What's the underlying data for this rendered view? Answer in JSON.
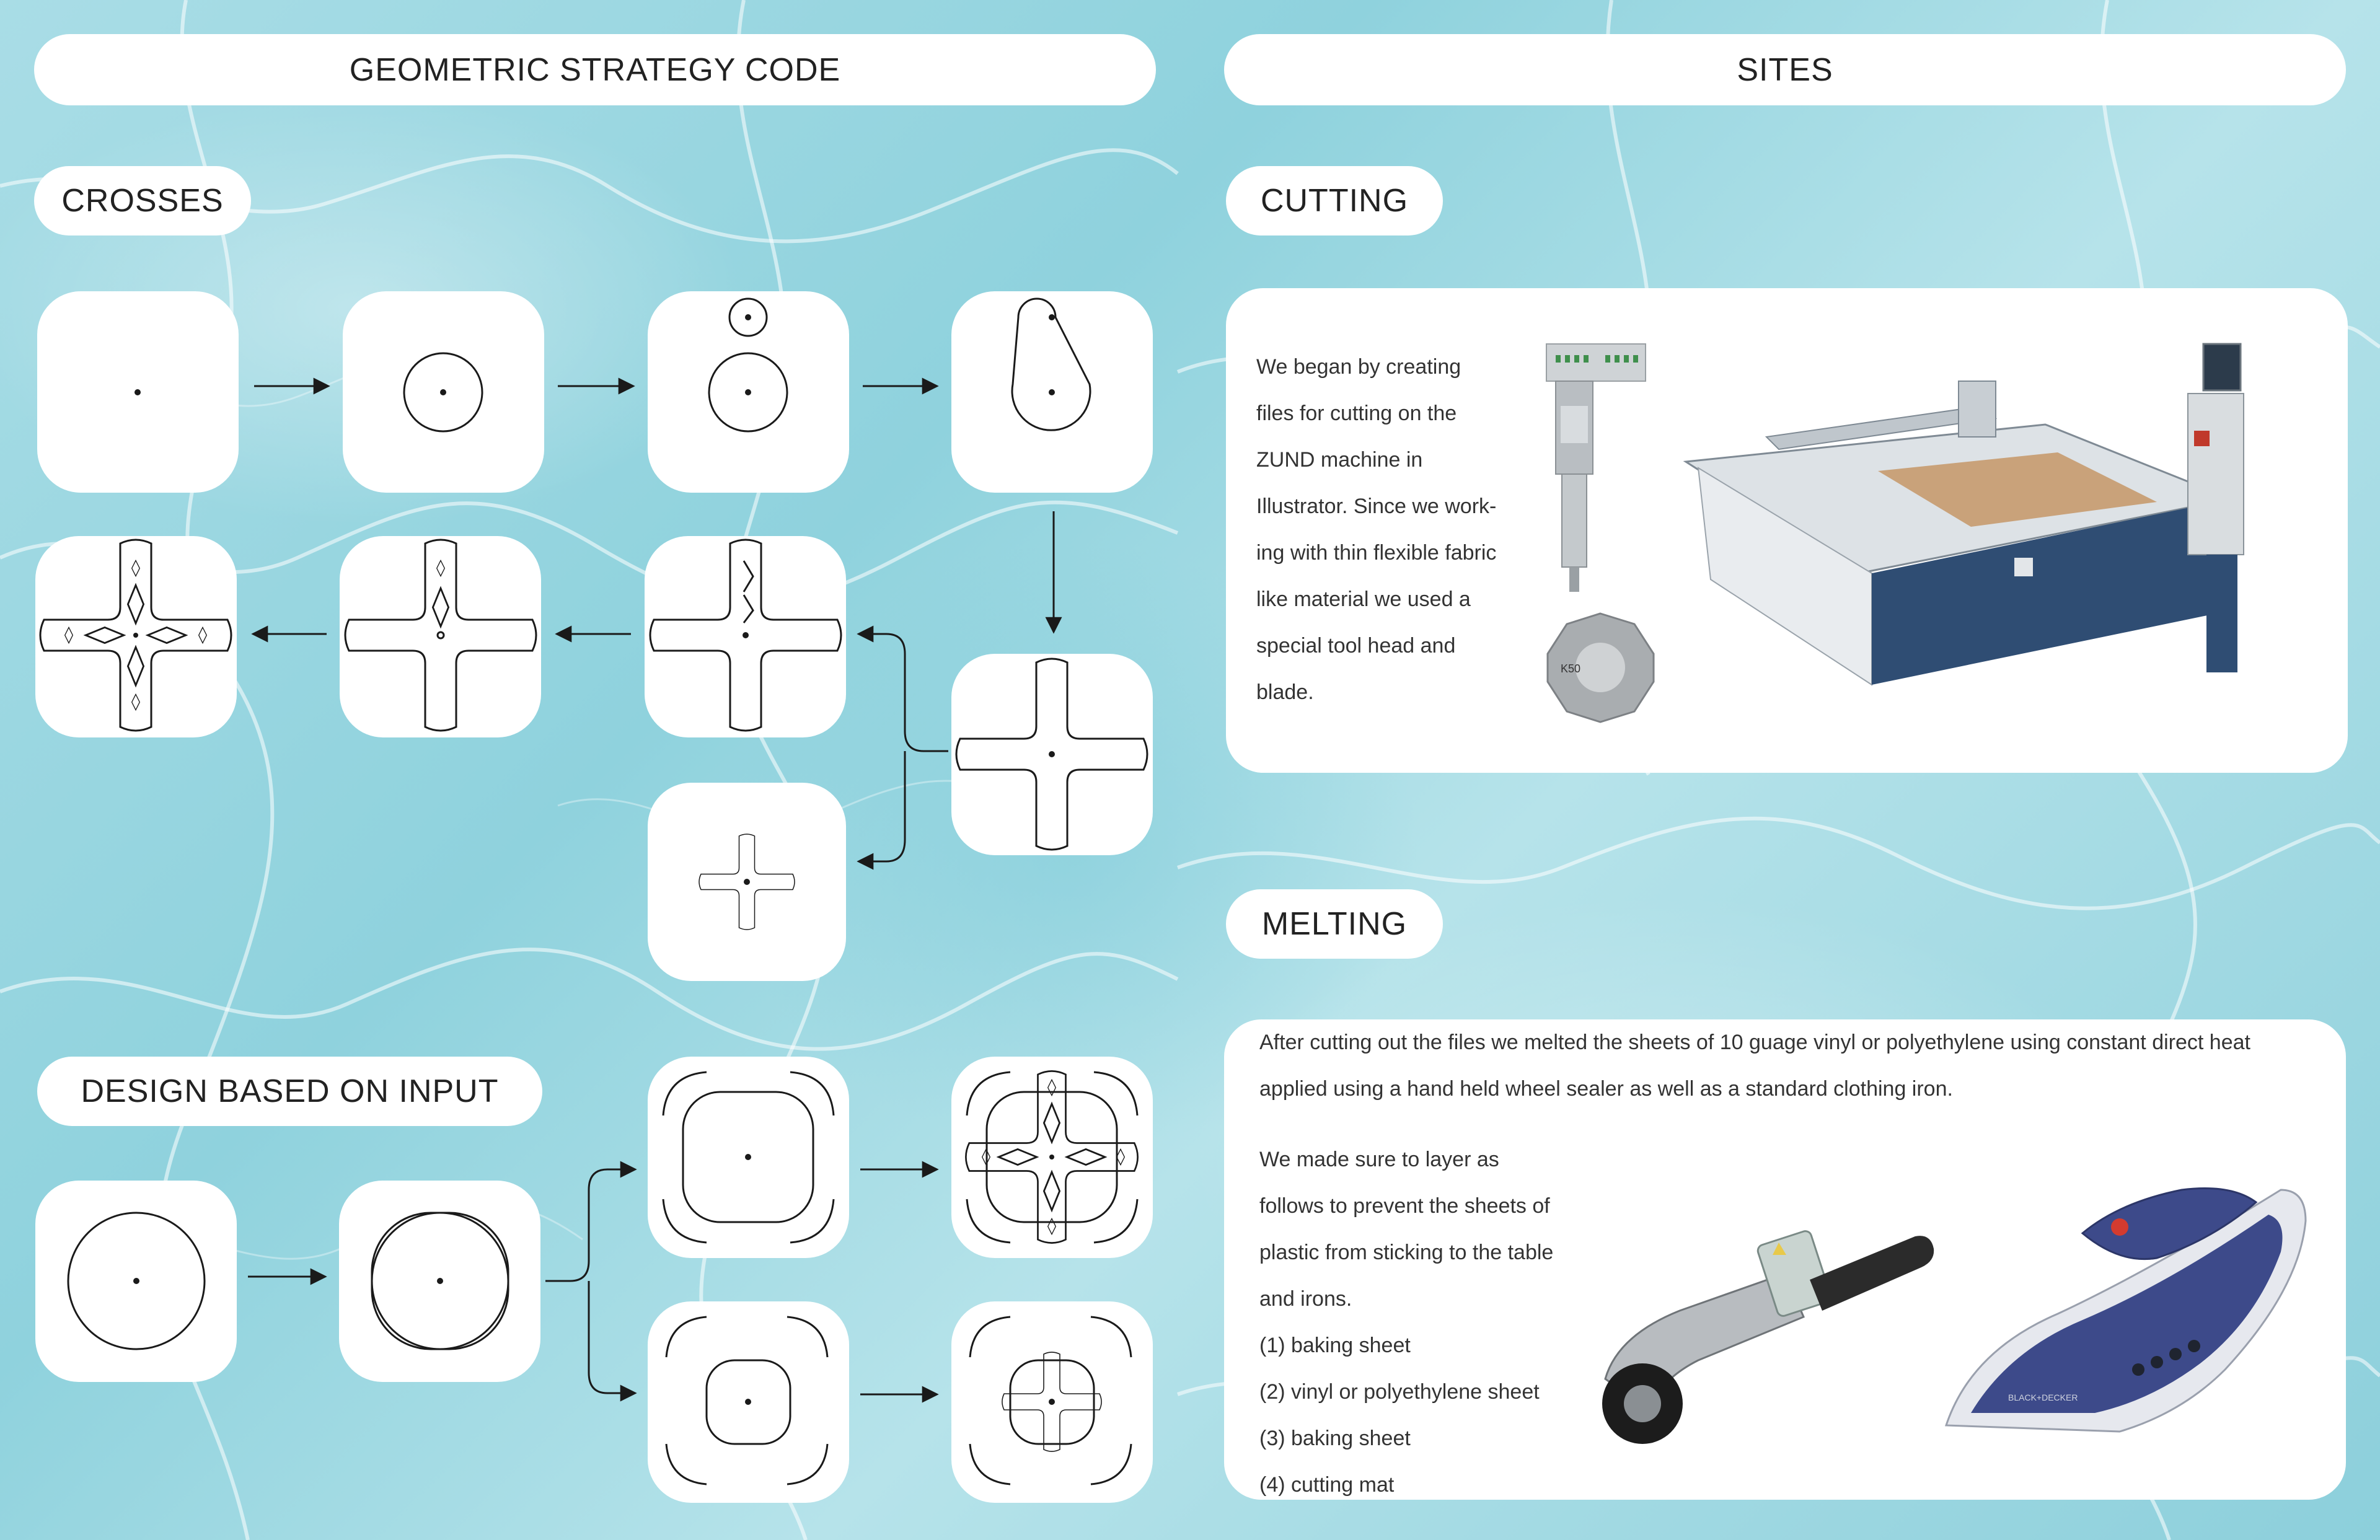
{
  "left_header": "GEOMETRIC STRATEGY CODE",
  "right_header": "SITES",
  "crosses_label": "CROSSES",
  "design_label": "DESIGN BASED ON INPUT",
  "cutting_label": "CUTTING",
  "melting_label": "MELTING",
  "cutting_text": [
    "We began by creating",
    "files for cutting on the",
    "ZUND machine in",
    "Illustrator. Since we work-",
    "ing with thin flexible fabric",
    "like material we used a",
    "special tool head and",
    "blade."
  ],
  "blade_mark": "K50",
  "melting_intro": [
    "After cutting out the files we melted the sheets of 10 guage vinyl or polyethylene using constant direct heat",
    "applied using a hand held wheel sealer as well as a standard clothing iron."
  ],
  "layer_text": [
    "We made sure to layer as",
    "follows to prevent the sheets of",
    "plastic from sticking to the table",
    "and irons.",
    "(1) baking sheet",
    "(2) vinyl or polyethylene sheet",
    "(3) baking sheet",
    "(4) cutting mat"
  ],
  "iron_brand": "BLACK+DECKER",
  "colors": {
    "water": "#8fd2dd",
    "card": "#ffffff",
    "ink": "#1a1a1a",
    "iron_blue": "#3d4a8a"
  }
}
